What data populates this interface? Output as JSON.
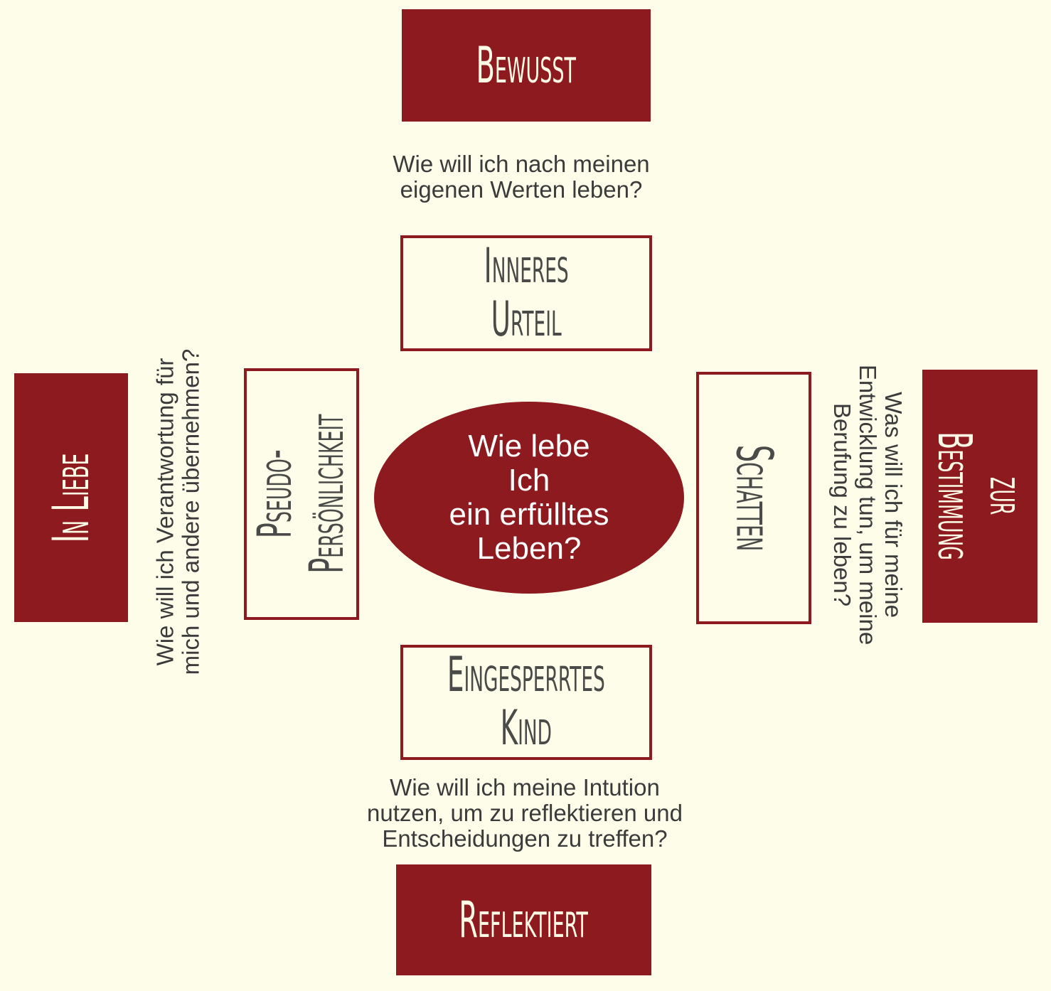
{
  "colors": {
    "background": "#fdfde9",
    "accent": "#8d1a1f",
    "text": "#3b3b3b"
  },
  "boxes": {
    "top": "Bewusst",
    "bottom": "Reflektiert",
    "left": "In Liebe",
    "right": [
      "zur",
      "Bestimmung"
    ],
    "inner_top": [
      "Inneres",
      "Urteil"
    ],
    "inner_bottom": [
      "Eingesperrtes",
      "Kind"
    ],
    "inner_left": [
      "Pseudo-",
      "Persönlichkeit"
    ],
    "inner_right": "Schatten"
  },
  "center": [
    "Wie lebe",
    "Ich",
    "ein erfülltes",
    "Leben?"
  ],
  "questions": {
    "top": [
      "Wie will ich nach meinen",
      "eigenen Werten leben?"
    ],
    "bottom": [
      "Wie will ich meine Intution",
      "nutzen, um zu reflektieren und",
      "Entscheidungen zu treffen?"
    ],
    "left": [
      "Wie will ich Verantwortung für",
      "mich und andere übernehmen?"
    ],
    "right": [
      "Was will ich für meine",
      "Entwicklung tun, um meine",
      "Berufung zu leben?"
    ]
  }
}
